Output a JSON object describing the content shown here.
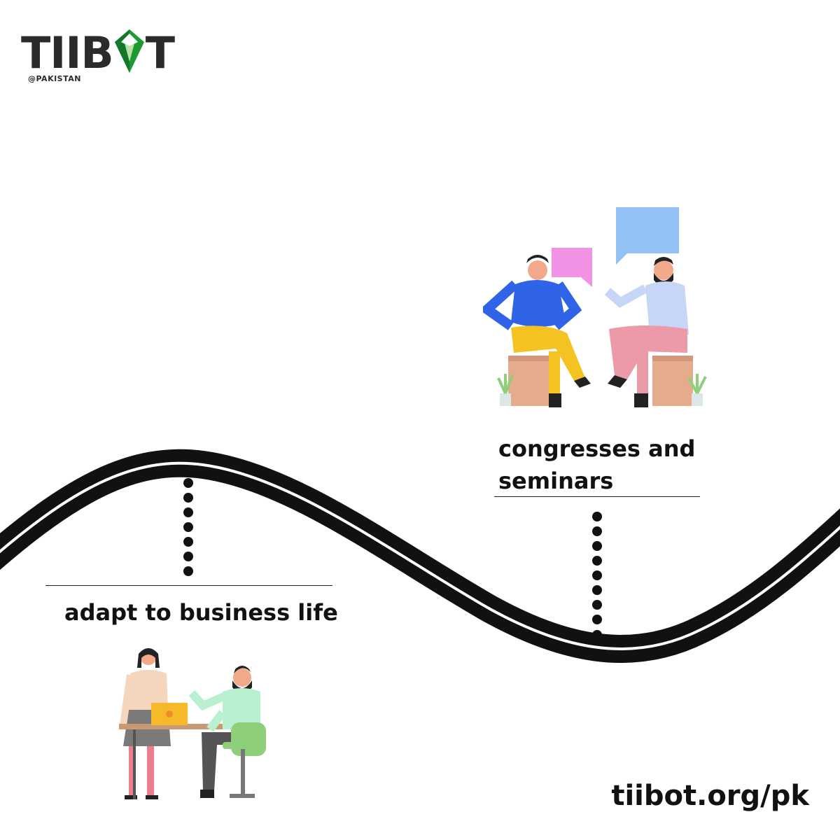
{
  "brand": {
    "logo_text_left": "TIIB",
    "logo_text_right": "T",
    "logo_subtitle": "@PAKISTAN",
    "gem_color": "#1e9a32",
    "text_color": "#2b2b2b"
  },
  "milestones": [
    {
      "label": "adapt to business life"
    },
    {
      "label": "congresses and seminars"
    }
  ],
  "footer": {
    "url": "tiibot.org/pk"
  },
  "icons": {
    "road": "winding-road-icon",
    "meeting": "two-people-talking-icon",
    "office": "office-desk-meeting-icon"
  },
  "colors": {
    "road": "#111111",
    "speech_pink": "#f192e4",
    "speech_blue": "#93c1f4",
    "shirt_blue": "#2f63e8",
    "pants_yellow": "#f5c321",
    "pants_pink": "#ec9aa7",
    "box_tan": "#e4ab8c",
    "laptop_yellow": "#f6b92b",
    "chair_green": "#8ed07a"
  }
}
